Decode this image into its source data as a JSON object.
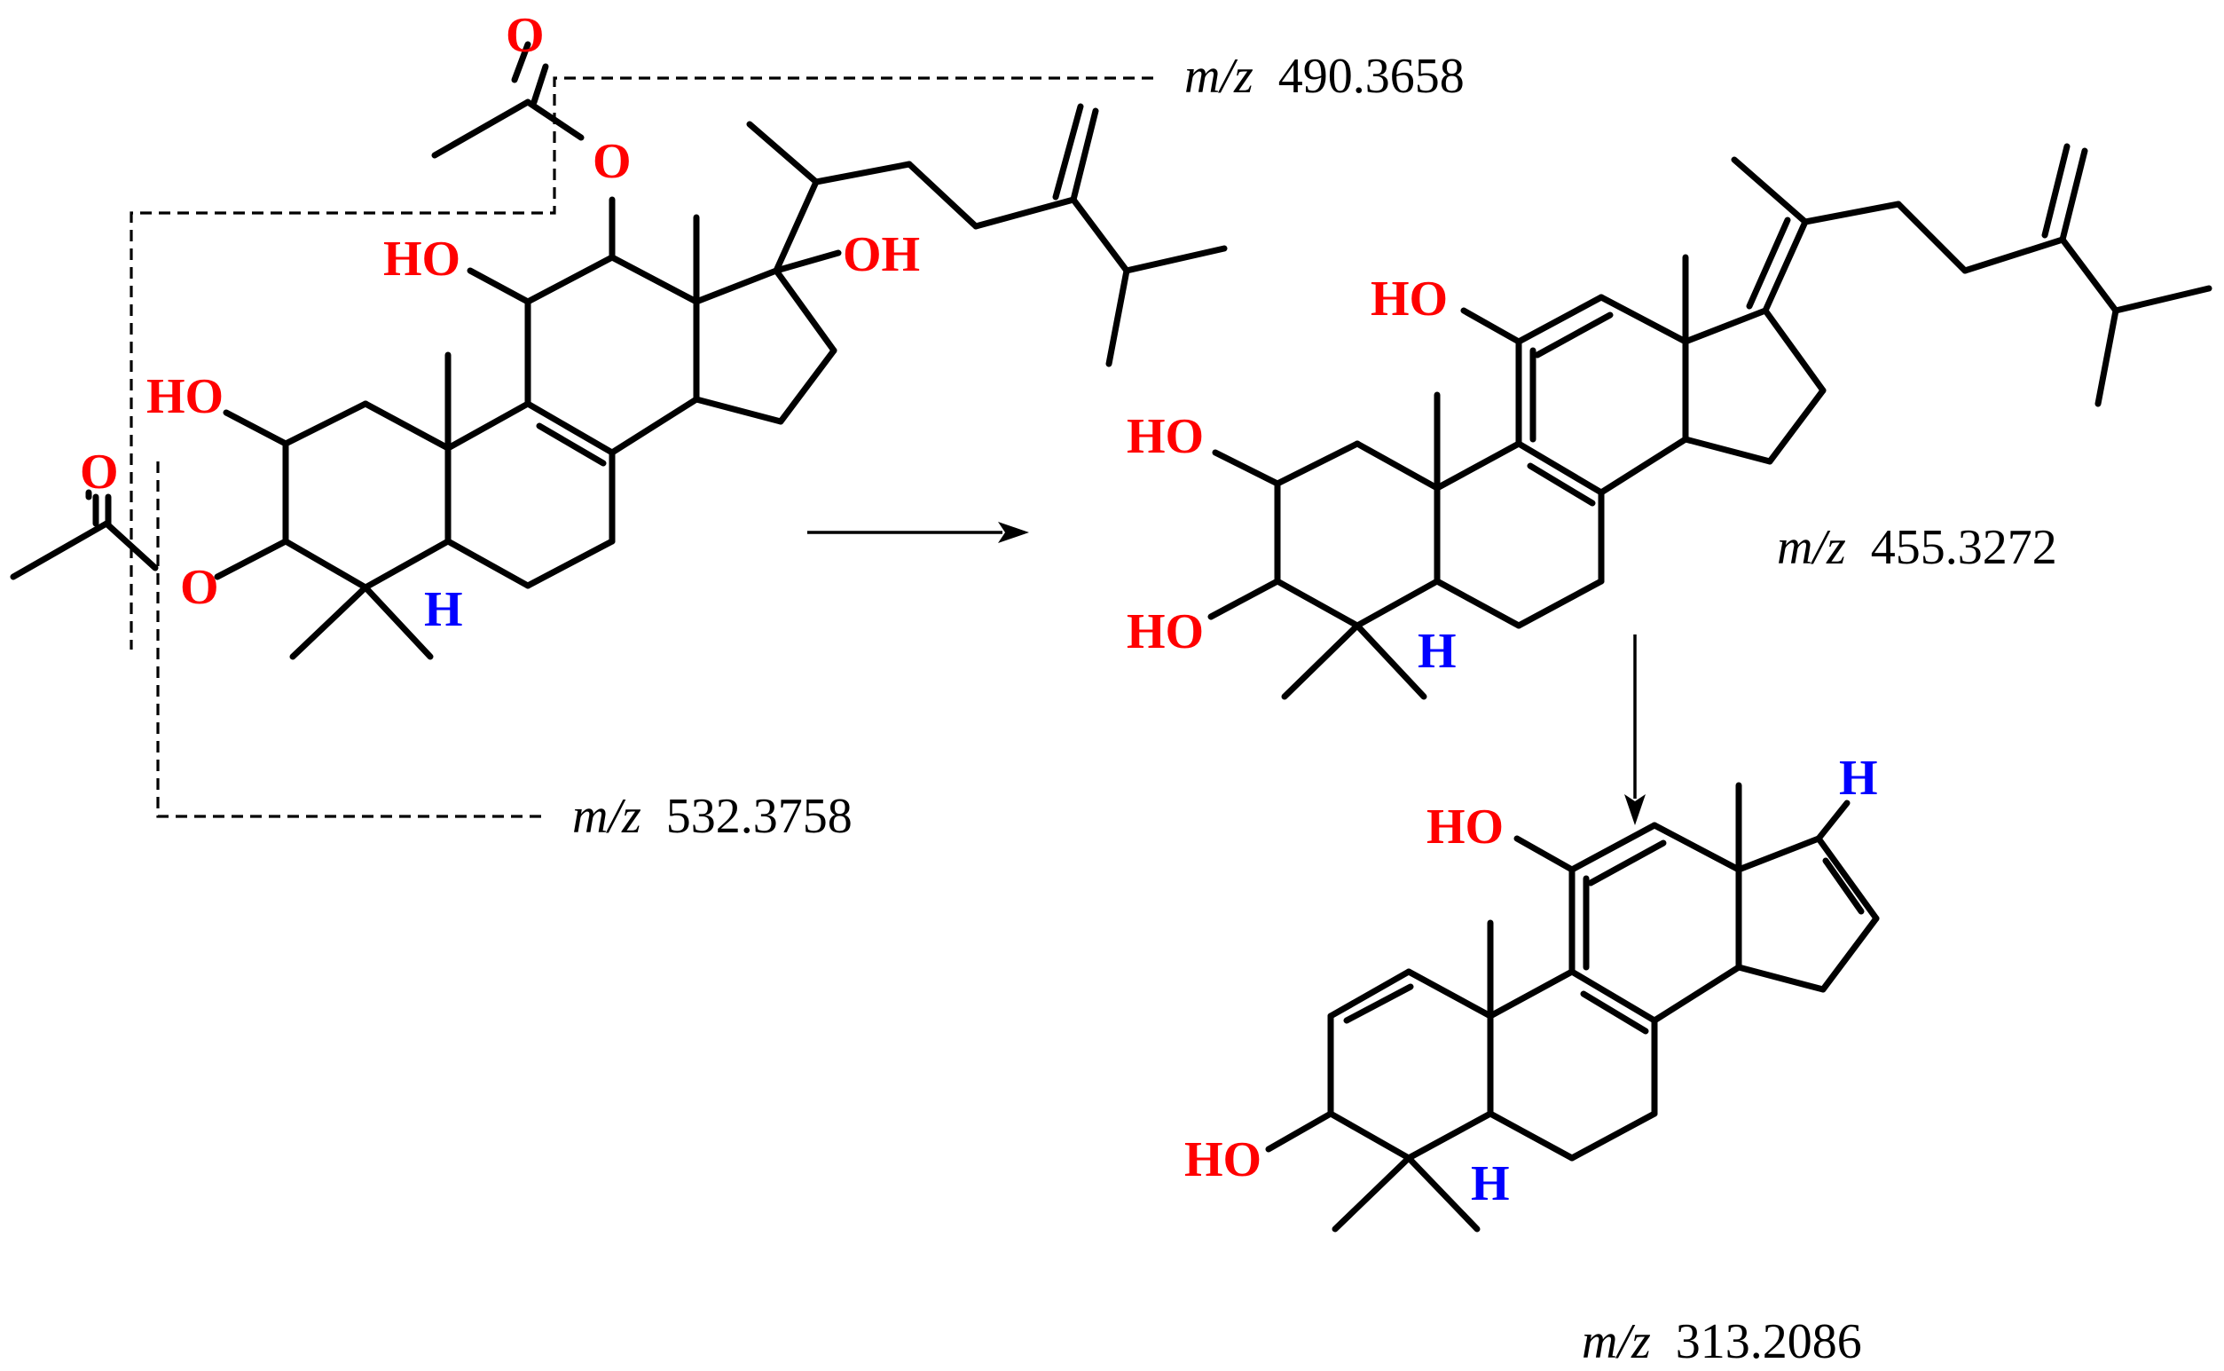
{
  "colors": {
    "oxygen": "#ff0000",
    "hydrogen": "#0000ff",
    "bond": "#000000"
  },
  "labels": {
    "o_acyl_top": "O",
    "o_ester_top": "O",
    "o_acyl_left": "O",
    "o_ester_left": "O",
    "ho_a_c11": "HO",
    "oh_a_c17": "OH",
    "ho_a_c2": "HO",
    "h_a_c5": "H",
    "ho_b_c11": "HO",
    "ho_b_c2": "HO",
    "ho_b_c3": "HO",
    "h_b_c5": "H",
    "h_c_c17": "H",
    "ho_c_c11": "HO",
    "ho_c_c3": "HO",
    "h_c_c5": "H"
  },
  "mz_prefix": "m/z",
  "ions": [
    {
      "id": "ion-490",
      "value": "490.3658"
    },
    {
      "id": "ion-532",
      "value": "532.3758"
    },
    {
      "id": "ion-455",
      "value": "455.3272"
    },
    {
      "id": "ion-313",
      "value": "313.2086"
    }
  ]
}
